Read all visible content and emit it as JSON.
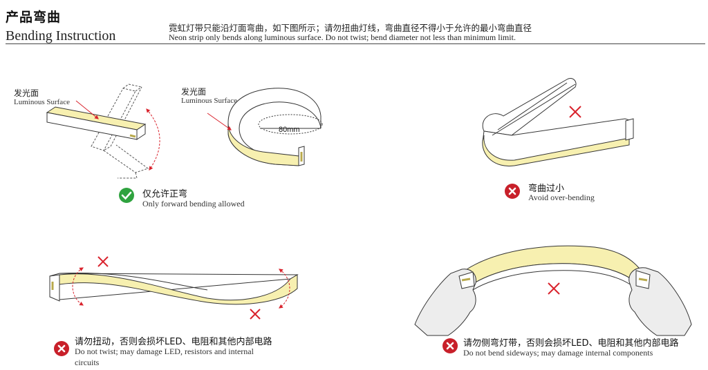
{
  "header": {
    "title_cn": "产品弯曲",
    "title_en": "Bending Instruction",
    "desc_cn": "霓虹灯带只能沿灯面弯曲，如下图所示；请勿扭曲灯线，弯曲直径不得小于允许的最小弯曲直径",
    "desc_en": "Neon strip only bends along luminous surface. Do not twist; bend diameter not less than minimum limit."
  },
  "fig1": {
    "label_cn": "发光面",
    "label_en": "Luminous Surface",
    "caption_cn": "仅允许正弯",
    "caption_en": "Only forward bending allowed",
    "status": "check-icon"
  },
  "fig2": {
    "label_cn": "发光面",
    "label_en": "Luminous Surface",
    "dimension": "80mm"
  },
  "fig3": {
    "caption_cn": "弯曲过小",
    "caption_en": "Avoid over-bending",
    "status": "x-icon"
  },
  "fig4": {
    "caption_cn": "请勿扭动，否则会损坏LED、电阻和其他内部电路",
    "caption_en_1": "Do not twist; may damage LED, resistors and internal",
    "caption_en_2": "circuits",
    "status": "x-icon"
  },
  "fig5": {
    "caption_cn": "请勿侧弯灯带，否则会损坏LED、电阻和其他内部电路",
    "caption_en": "Do not bend sideways; may damage internal components",
    "status": "x-icon"
  },
  "colors": {
    "lit": "#f7f0b0",
    "lit_edge": "#e9dc7a",
    "strip": "#ffffff",
    "outline": "#333333",
    "arrow": "#d9232d",
    "ok": "#2fa33f",
    "no": "#c8202a"
  }
}
